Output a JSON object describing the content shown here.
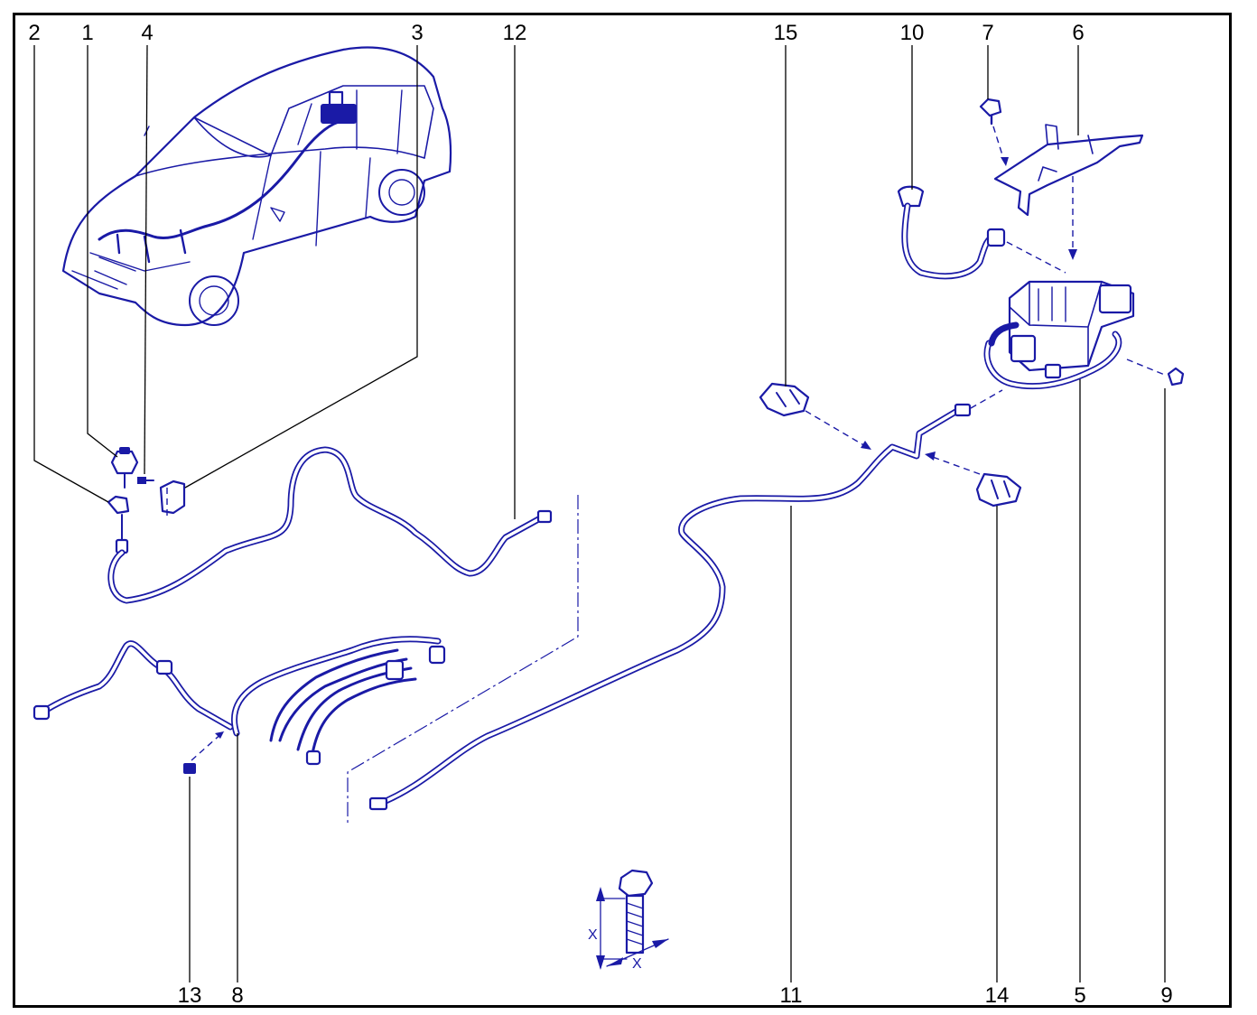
{
  "diagram": {
    "callouts": {
      "c1": "1",
      "c2": "2",
      "c3": "3",
      "c4": "4",
      "c5": "5",
      "c6": "6",
      "c7": "7",
      "c8": "8",
      "c9": "9",
      "c10": "10",
      "c11": "11",
      "c12": "12",
      "c13": "13",
      "c14": "14",
      "c15": "15"
    },
    "dimension": {
      "x1": "X",
      "x2": "X"
    },
    "line_color": "#1a1aa6",
    "text_color": "#000000"
  }
}
